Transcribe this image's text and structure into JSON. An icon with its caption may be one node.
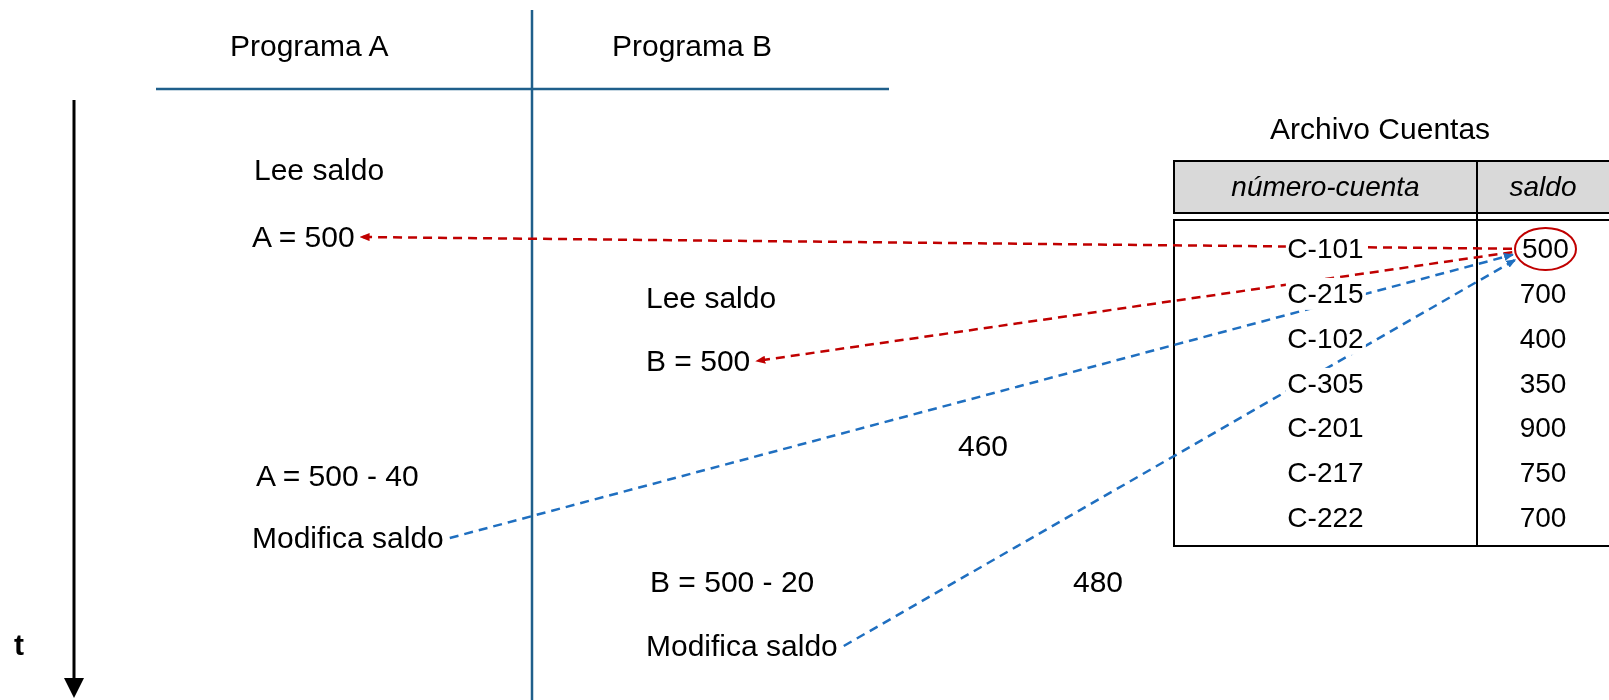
{
  "diagram": {
    "nodes": [
      {
        "text": [
          "A = 500"
        ]
      },
      {
        "text": [
          "B = 500"
        ]
      },
      {
        "text": [
          "Modifica saldo"
        ]
      },
      {
        "text": [
          "Modifica saldo"
        ]
      },
      {
        "text": [
          "500"
        ]
      }
    ],
    "edges": [
      {
        "from": 4,
        "to": 0,
        "arrow": "to",
        "style": "dashed",
        "color": "#c00000"
      },
      {
        "from": 4,
        "to": 1,
        "arrow": "to",
        "style": "dashed",
        "color": "#c00000"
      },
      {
        "from": 2,
        "to": 4,
        "arrow": "to",
        "style": "dashed",
        "color": "#1f6fc0",
        "label": "460"
      },
      {
        "from": 3,
        "to": 4,
        "arrow": "to",
        "style": "dashed",
        "color": "#1f6fc0",
        "label": "480"
      }
    ],
    "labels": [
      "Programa A",
      "Programa B",
      "t",
      "Lee saldo",
      "Lee saldo",
      "A = 500 - 40",
      "B = 500 - 20",
      "Archivo Cuentas",
      "número-cuenta",
      "saldo",
      "C-101",
      "C-215",
      "700",
      "C-102",
      "400",
      "C-305",
      "350",
      "C-201",
      "900",
      "C-217",
      "750",
      "C-222",
      "700"
    ]
  }
}
